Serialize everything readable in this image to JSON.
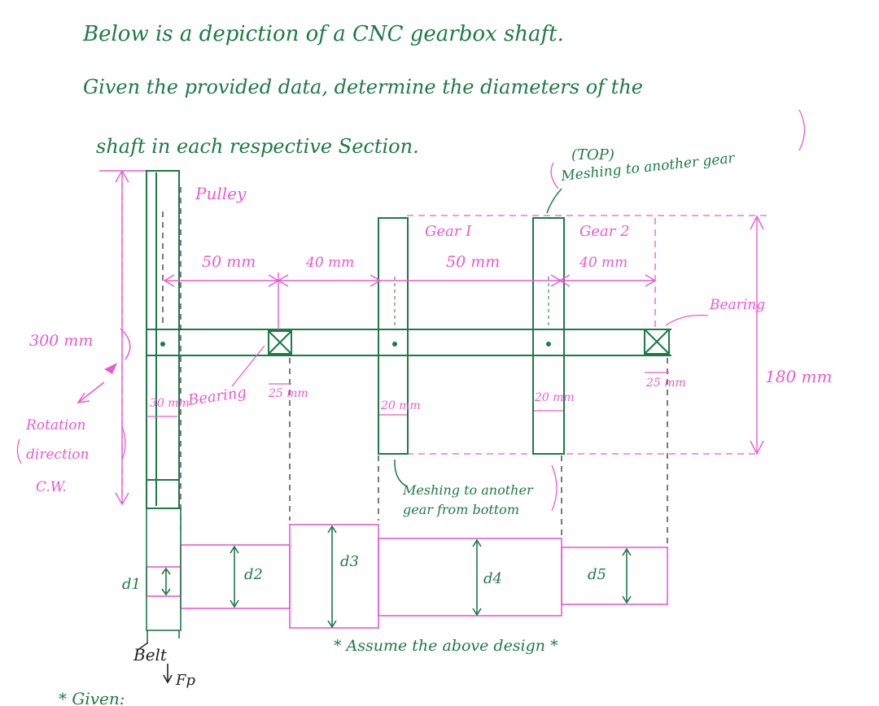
{
  "title_lines": [
    "Below is a depiction of a CNC gearbox shaft.",
    "Given the provided data, determine the diameters of the",
    "shaft in each respective Section."
  ],
  "labels": {
    "pulley": "Pulley",
    "gear1": "Gear I",
    "gear2": "Gear 2",
    "top": "(TOP)",
    "mesh_top": "Meshing to another gear",
    "mesh_bottom_1": "Meshing to another",
    "mesh_bottom_2": "gear from bottom",
    "bearing_left": "Bearing",
    "bearing_right": "Bearing",
    "rotation_1": "Rotation",
    "rotation_2": "direction",
    "rotation_3": "C.W.",
    "belt": "Belt",
    "fp": "Fp",
    "assume": "* Assume the above design *",
    "given": "* Given:"
  },
  "dimensions": {
    "d50a": "50 mm",
    "d40a": "40 mm",
    "d50b": "50 mm",
    "d40b": "40 mm",
    "d300": "300 mm",
    "d180": "180 mm",
    "pulley_w": "30 mm",
    "bearing_w_left": "25 mm",
    "gear1_w": "20 mm",
    "gear2_w": "20 mm",
    "bearing_w_right": "25 mm"
  },
  "diameters": [
    "d1",
    "d2",
    "d3",
    "d4",
    "d5"
  ],
  "colors": {
    "ink_green": "#1d7a45",
    "ink_pink": "#e85ad0",
    "ink_black": "#222222"
  }
}
